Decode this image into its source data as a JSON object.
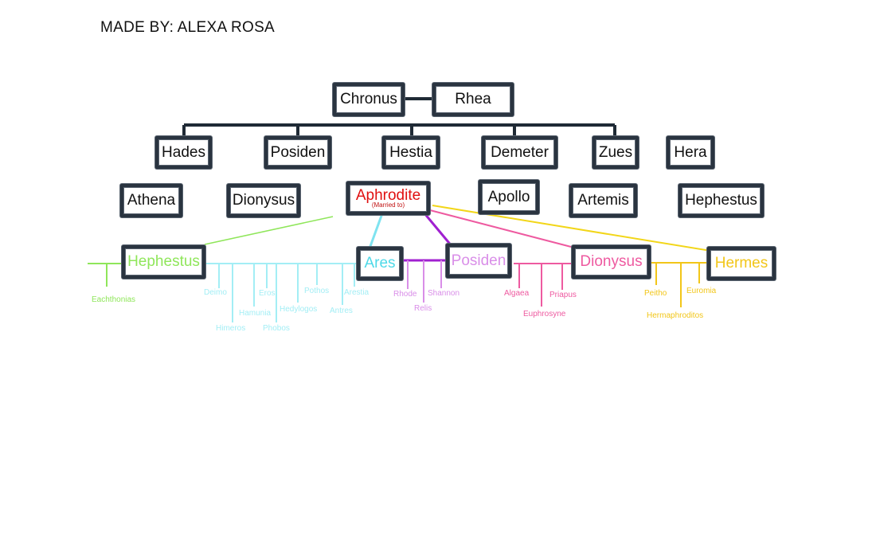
{
  "author": "MADE BY: ALEXA ROSA",
  "colors": {
    "ink": "#2a3440",
    "aphrodite": "#e01010",
    "hephestus": "#8fe65a",
    "ares": "#4dd9e8",
    "ares_children": "#a3eef5",
    "posiden": "#d98ee8",
    "posiden_link": "#a020d0",
    "dionysus": "#ee5aa0",
    "hermes": "#f2c619"
  },
  "nodes": {
    "chronus": "Chronus",
    "rhea": "Rhea",
    "hades": "Hades",
    "posiden_top": "Posiden",
    "hestia": "Hestia",
    "demeter": "Demeter",
    "zues": "Zues",
    "hera": "Hera",
    "athena": "Athena",
    "dionysus_top": "Dionysus",
    "aphrodite": "Aphrodite",
    "aphrodite_note": "(Married to)",
    "apollo": "Apollo",
    "artemis": "Artemis",
    "hephestus_top": "Hephestus",
    "hephestus": "Hephestus",
    "ares": "Ares",
    "posiden": "Posiden",
    "dionysus": "Dionysus",
    "hermes": "Hermes"
  },
  "children": {
    "hephestus": [
      "Eachthonias"
    ],
    "ares": [
      "Deimo",
      "Himeros",
      "Hamunia",
      "Eros",
      "Phobos",
      "Hedylogos",
      "Pothos",
      "Antres",
      "Arestia"
    ],
    "posiden": [
      "Rhode",
      "Relis",
      "Shannon"
    ],
    "dionysus": [
      "Algaea",
      "Euphrosyne",
      "Priapus"
    ],
    "hermes": [
      "Peitho",
      "Hermaphroditos",
      "Euromia"
    ]
  }
}
